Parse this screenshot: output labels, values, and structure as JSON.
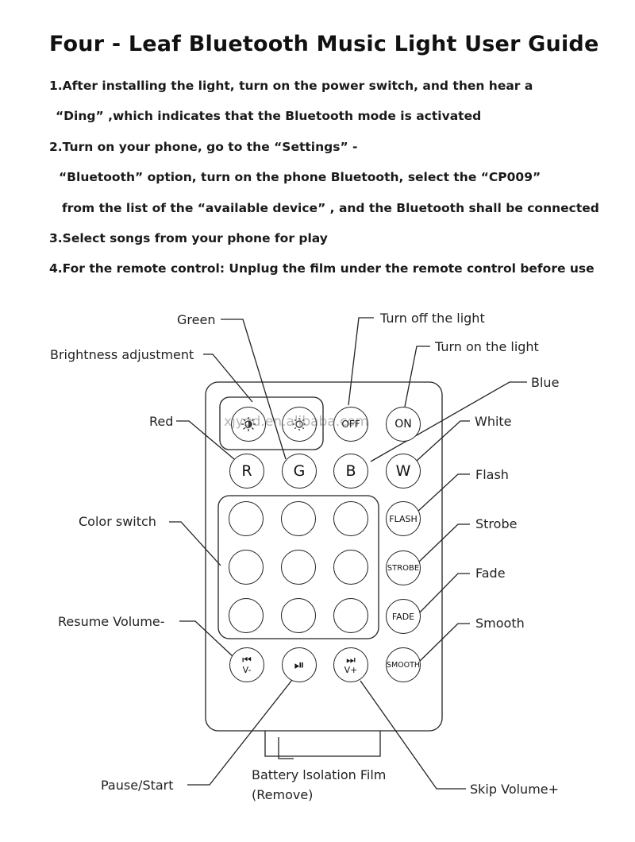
{
  "title": "Four - Leaf Bluetooth Music Light  User Guide",
  "steps": [
    "1.After installing the light, turn on the power switch, and then hear a",
    "“Ding” ,which  indicates that the Bluetooth mode is activated",
    "2.Turn on your phone, go to the “Settings” -",
    "“Bluetooth” option, turn on the phone Bluetooth, select the “CP009”",
    "from the list of the “available device” , and the Bluetooth shall be connected",
    "3.Select songs from your phone for play",
    "4.For the remote control: Unplug the film under the remote control before use"
  ],
  "labels": {
    "green": "Green",
    "turn_off": "Turn off the light",
    "turn_on": "Turn on the light",
    "brightness": "Brightness adjustment",
    "blue": "Blue",
    "red": "Red",
    "white": "White",
    "flash": "Flash",
    "color_switch": "Color switch",
    "strobe": "Strobe",
    "fade": "Fade",
    "resume_volume": "Resume Volume-",
    "smooth": "Smooth",
    "pause_start": "Pause/Start",
    "battery_film_1": "Battery lsolation Film",
    "battery_film_2": "(Remove)",
    "skip_volume": "Skip Volume+"
  },
  "remote": {
    "off": "OFF",
    "on": "ON",
    "r": "R",
    "g": "G",
    "b": "B",
    "w": "W",
    "flash": "FLASH",
    "strobe": "STROBE",
    "fade": "FADE",
    "smooth": "SMOOTH",
    "prev_glyph": "⏮",
    "prev_text": "V-",
    "play_glyph": "⏯",
    "next_glyph": "⏭",
    "next_text": "V+"
  },
  "watermark": "xjygd.en.alibaba.com"
}
